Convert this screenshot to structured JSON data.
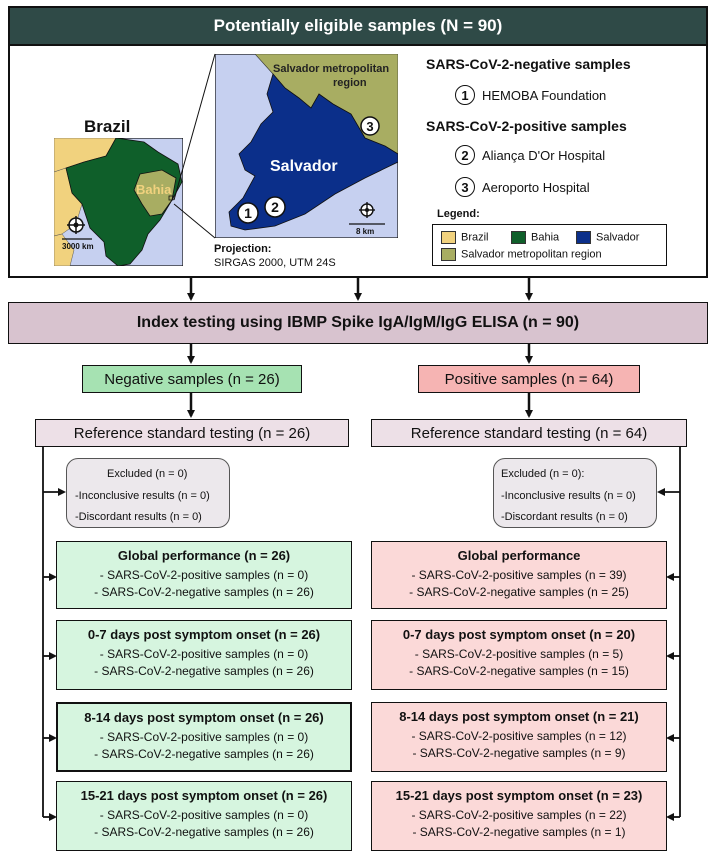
{
  "header": {
    "title": "Potentially eligible samples (N = 90)"
  },
  "map": {
    "brazil_title": "Brazil",
    "bahia_label": "Bahia",
    "brazil_scale": "3000 km",
    "salvador_label": "Salvador",
    "metro_label_1": "Salvador metropolitan",
    "metro_label_2": "region",
    "salvador_scale": "8 km",
    "projection_title": "Projection:",
    "projection_value": "SIRGAS 2000, UTM 24S",
    "markers": [
      "1",
      "2",
      "3"
    ]
  },
  "samples": {
    "negative_heading": "SARS-CoV-2-negative samples",
    "negative_sites": [
      {
        "num": "1",
        "name": "HEMOBA Foundation"
      }
    ],
    "positive_heading": "SARS-CoV-2-positive samples",
    "positive_sites": [
      {
        "num": "2",
        "name": "Aliança D'Or Hospital"
      },
      {
        "num": "3",
        "name": "Aeroporto Hospital"
      }
    ]
  },
  "legend": {
    "title": "Legend:",
    "items": [
      {
        "label": "Brazil",
        "color": "#f1d27e"
      },
      {
        "label": "Bahia",
        "color": "#0f5f2a"
      },
      {
        "label": "Salvador",
        "color": "#0b2f8a"
      },
      {
        "label": "Salvador metropolitan region",
        "color": "#a8ad62"
      }
    ]
  },
  "colors": {
    "header": "#2f4a47",
    "index": "#d8c3cf",
    "negative": "#a6e2b2",
    "positive": "#f6b4b3",
    "reference": "#ede0e7",
    "negative_result": "#d6f5df",
    "positive_result": "#fbd9d8",
    "sea": "#c6d0f0"
  },
  "index_test": "Index testing using IBMP Spike IgA/IgM/IgG ELISA (n = 90)",
  "negative_branch": {
    "title": "Negative samples (n = 26)",
    "reference": "Reference standard testing (n = 26)",
    "excluded": [
      "Excluded (n = 0)",
      "-Inconclusive results (n = 0)",
      "-Discordant results (n = 0)"
    ],
    "results": [
      {
        "title": "Global performance (n = 26)",
        "lines": [
          "- SARS-CoV-2-positive samples (n = 0)",
          "- SARS-CoV-2-negative samples (n = 26)"
        ]
      },
      {
        "title": "0-7 days post symptom onset (n = 26)",
        "lines": [
          "- SARS-CoV-2-positive samples (n = 0)",
          "- SARS-CoV-2-negative samples (n = 26)"
        ]
      },
      {
        "title": "8-14 days post symptom onset (n = 26)",
        "lines": [
          "- SARS-CoV-2-positive samples (n = 0)",
          "- SARS-CoV-2-negative samples (n = 26)"
        ]
      },
      {
        "title": "15-21 days post symptom onset (n = 26)",
        "lines": [
          "- SARS-CoV-2-positive samples (n = 0)",
          "- SARS-CoV-2-negative samples (n = 26)"
        ]
      }
    ]
  },
  "positive_branch": {
    "title": "Positive samples (n = 64)",
    "reference": "Reference standard testing (n = 64)",
    "excluded": [
      "Excluded (n = 0):",
      "-Inconclusive results (n = 0)",
      "-Discordant results (n = 0)"
    ],
    "results": [
      {
        "title": "Global performance",
        "lines": [
          "- SARS-CoV-2-positive samples (n = 39)",
          "- SARS-CoV-2-negative samples (n = 25)"
        ]
      },
      {
        "title": "0-7 days post symptom onset (n = 20)",
        "lines": [
          "- SARS-CoV-2-positive samples (n = 5)",
          "- SARS-CoV-2-negative samples (n = 15)"
        ]
      },
      {
        "title": "8-14 days post symptom onset (n = 21)",
        "lines": [
          "- SARS-CoV-2-positive samples (n = 12)",
          "- SARS-CoV-2-negative samples (n = 9)"
        ]
      },
      {
        "title": "15-21 days post symptom onset (n = 23)",
        "lines": [
          "- SARS-CoV-2-positive samples (n = 22)",
          "- SARS-CoV-2-negative samples (n = 1)"
        ]
      }
    ]
  }
}
